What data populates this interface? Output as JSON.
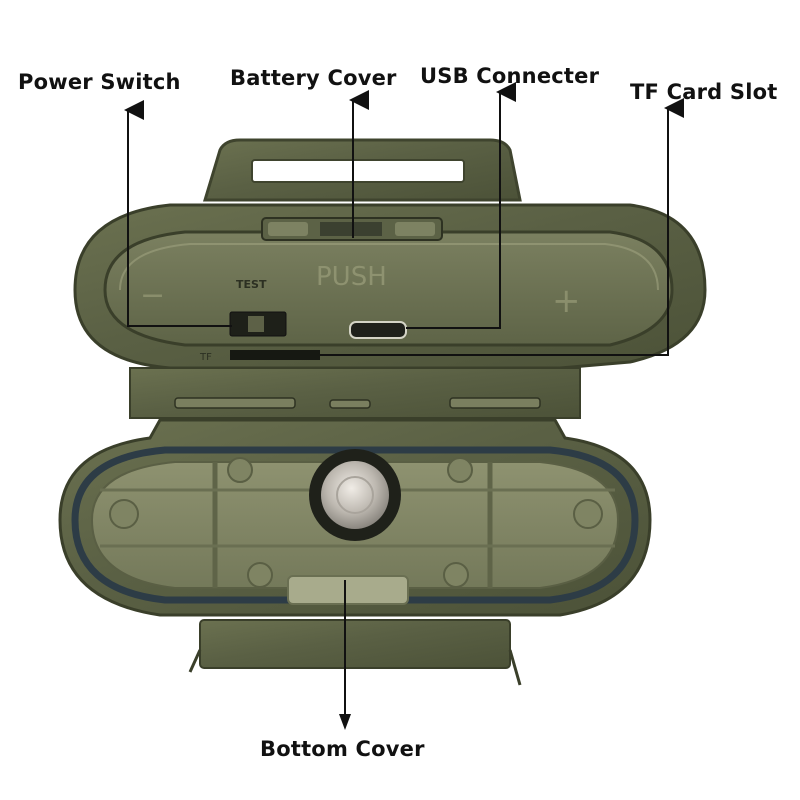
{
  "labels": {
    "power_switch": "Power Switch",
    "battery_cover": "Battery Cover",
    "usb_connector": "USB Connecter",
    "tf_card_slot": "TF Card Slot",
    "bottom_cover": "Bottom Cover"
  },
  "device_markings": {
    "push": "PUSH",
    "test": "TEST",
    "tf": "TF",
    "plus": "+",
    "minus": "−"
  },
  "colors": {
    "camo_dark": "#4c5238",
    "camo_mid": "#6b7150",
    "camo_light": "#8b8f6a",
    "gasket": "#2d3c46",
    "arrow": "#111111"
  }
}
